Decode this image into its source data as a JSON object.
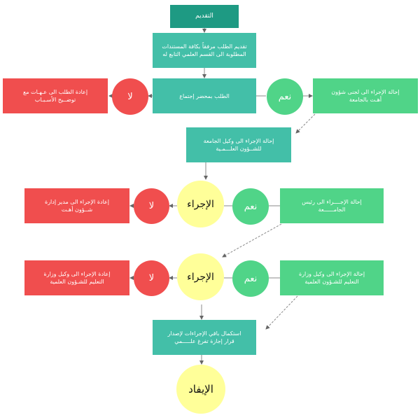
{
  "colors": {
    "teal": "#43bfa8",
    "green": "#50d488",
    "red": "#f04e4e",
    "yellow": "#ffff99",
    "dark_teal": "#1e9a83"
  },
  "nodes": {
    "start": "التقديم",
    "submit": "تقديم الطلب مرفقاً بكافة المستندات\nالمطلوبة الى القسم العلمي التابع له",
    "dept_meeting": "الطلب بمحضر إجتماع",
    "no_1": "لا",
    "return_1": "إعادة الطلب الى عـهـات مع\nتوضــيح الأسـبـاب",
    "yes_1": "نعم",
    "refer_1": "إحالة الإجراء الى لجنى شؤون\nأهـت بالجامعة",
    "refer_vp": "إحالة الإجراء الى وكيل الجامعة\nللشــؤون العلـــمـية",
    "decision_1": "الإجراء",
    "no_2": "لا",
    "return_2": "إعادة الإجراء الى مدير إدارة\nشــؤون أهـت",
    "yes_2": "نعم",
    "refer_president": "إحالة الإجــــراء الى رئيس\nالجامــــــعة",
    "decision_2": "الإجراء",
    "no_3": "لا",
    "return_3": "إعادة الإجراء الى وكيل وزارة\nالتعليم للشـؤون العلمية",
    "yes_3": "نعم",
    "refer_ministry": "إحالة الإجراء الى وكيل وزارة\nالتعليم للشـؤون العلمية",
    "complete": "استكمال باقي الإجراءات لإصدار\nقرار إجازة تفرغ علـــــمي",
    "end": "الإيفاد"
  }
}
